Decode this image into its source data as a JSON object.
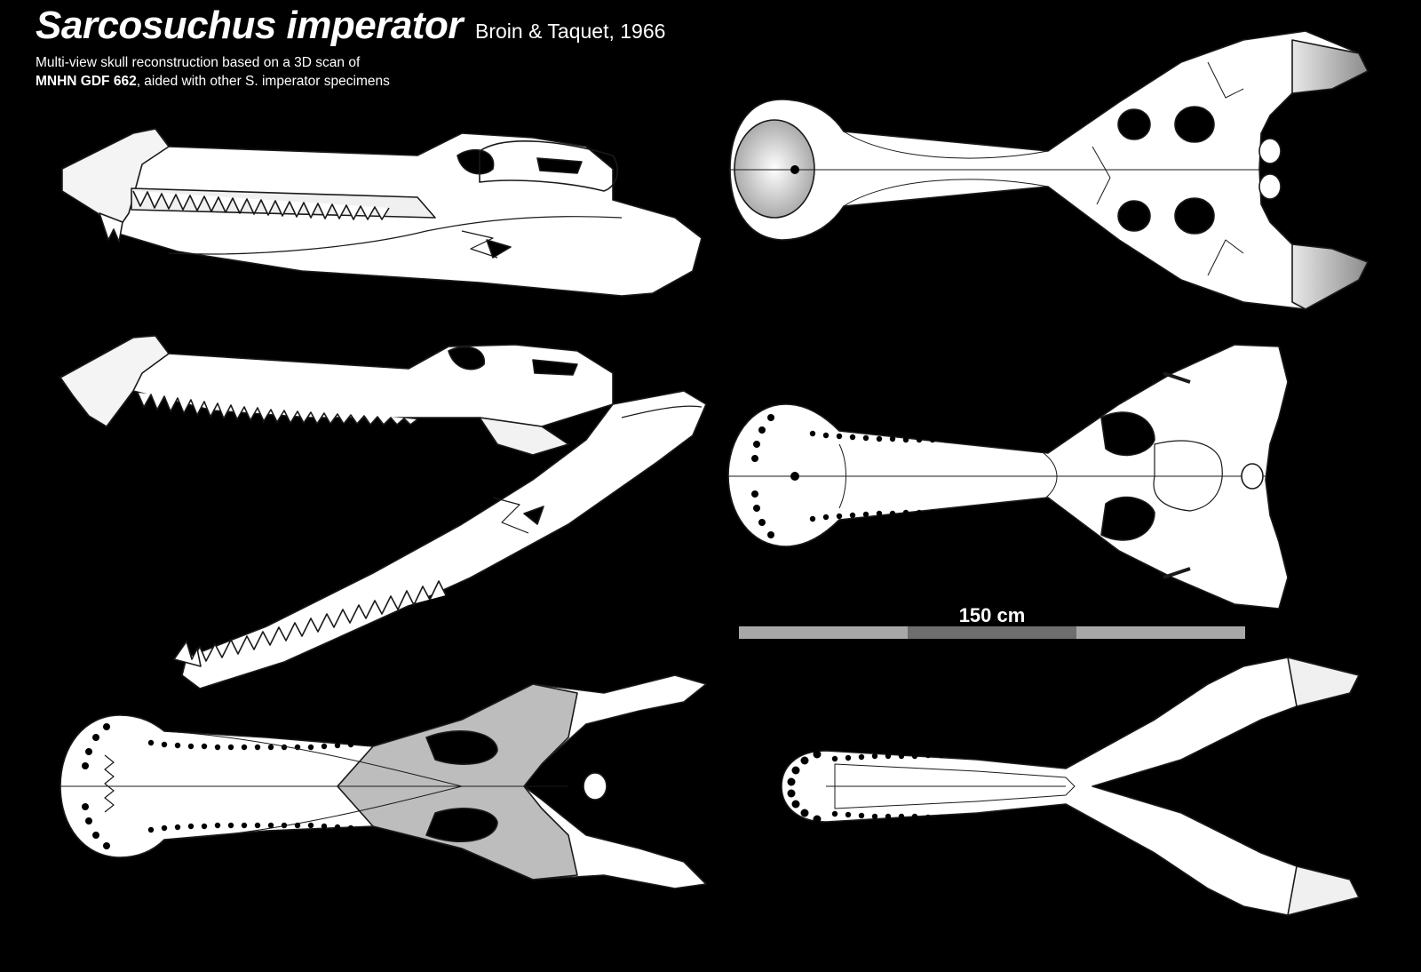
{
  "header": {
    "species": "Sarcosuchus imperator",
    "authority": "Broin & Taquet, 1966",
    "subtitle_line1": "Multi-view skull reconstruction based on a 3D scan of",
    "specimen_id": "MNHN GDF 662",
    "subtitle_line2_rest": ", aided with other S. imperator specimens"
  },
  "scale_bar": {
    "label": "150 cm",
    "segment_colors": [
      "#a8a8a8",
      "#6e6e6e",
      "#a8a8a8"
    ]
  },
  "colors": {
    "background": "#000000",
    "bone": "#ffffff",
    "outline": "#1a1a1a",
    "shade": "#9a9a9a"
  }
}
